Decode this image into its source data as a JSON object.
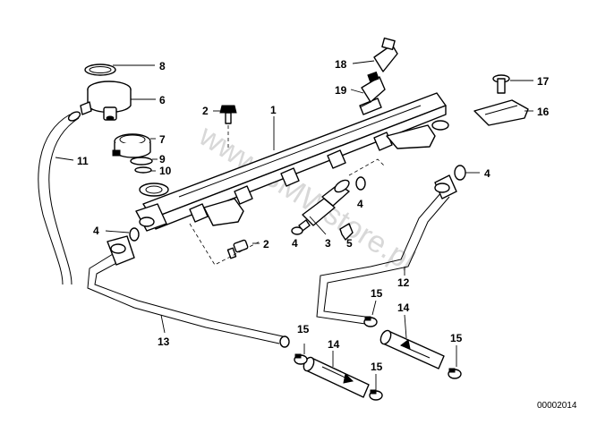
{
  "watermark": "www.BMWstore.pl",
  "document_number": "00002014",
  "callouts": [
    {
      "id": "c1",
      "label": "1"
    },
    {
      "id": "c2a",
      "label": "2"
    },
    {
      "id": "c2b",
      "label": "2"
    },
    {
      "id": "c3",
      "label": "3"
    },
    {
      "id": "c4a",
      "label": "4"
    },
    {
      "id": "c4b",
      "label": "4"
    },
    {
      "id": "c4c",
      "label": "4"
    },
    {
      "id": "c4d",
      "label": "4"
    },
    {
      "id": "c5",
      "label": "5"
    },
    {
      "id": "c6",
      "label": "6"
    },
    {
      "id": "c7",
      "label": "7"
    },
    {
      "id": "c8",
      "label": "8"
    },
    {
      "id": "c9",
      "label": "9"
    },
    {
      "id": "c10",
      "label": "10"
    },
    {
      "id": "c11",
      "label": "11"
    },
    {
      "id": "c12",
      "label": "12"
    },
    {
      "id": "c13",
      "label": "13"
    },
    {
      "id": "c14a",
      "label": "14"
    },
    {
      "id": "c14b",
      "label": "14"
    },
    {
      "id": "c15a",
      "label": "15"
    },
    {
      "id": "c15b",
      "label": "15"
    },
    {
      "id": "c15c",
      "label": "15"
    },
    {
      "id": "c15d",
      "label": "15"
    },
    {
      "id": "c16",
      "label": "16"
    },
    {
      "id": "c17",
      "label": "17"
    },
    {
      "id": "c18",
      "label": "18"
    },
    {
      "id": "c19",
      "label": "19"
    }
  ]
}
